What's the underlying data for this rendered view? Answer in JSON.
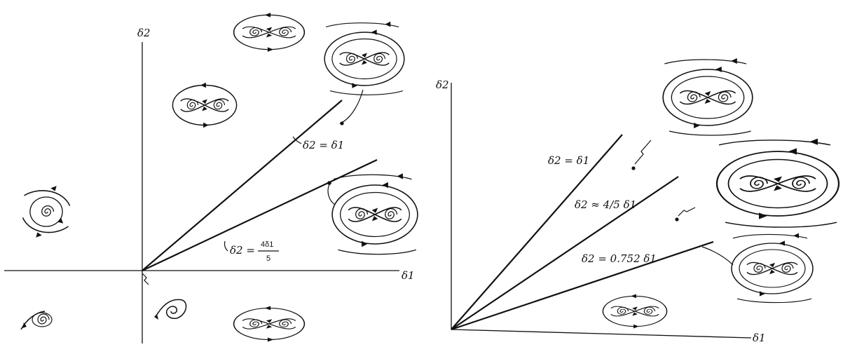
{
  "left_panel": {
    "axis_x_label": "δ1",
    "axis_y_label": "δ2",
    "line_upper_label": "δ2 = δ1",
    "line_lower_prefix": "δ2 =",
    "line_lower_numerator": "4δ1",
    "line_lower_denominator": "5"
  },
  "right_panel": {
    "axis_x_label": "δ1",
    "axis_y_label": "δ2",
    "line_top_label": "δ2 = δ1",
    "line_mid_label": "δ2 ≈ 4/5 δ1",
    "line_low_label": "δ2 = 0.752 δ1"
  },
  "portrait_icons": [
    "single-focus-portrait",
    "small-focus-portrait",
    "double-spiral-portrait",
    "figure-eight-portrait",
    "nested-cycles-portrait"
  ]
}
